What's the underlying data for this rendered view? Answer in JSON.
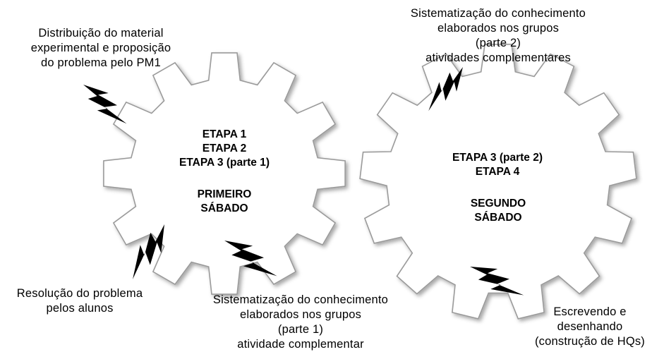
{
  "gear1": {
    "stages": [
      "ETAPA  1",
      "ETAPA  2",
      "ETAPA  3 (parte 1)"
    ],
    "day": [
      "PRIMEIRO",
      "SÁBADO"
    ]
  },
  "gear2": {
    "stages": [
      "ETAPA  3 (parte 2)",
      "ETAPA  4"
    ],
    "day": [
      "SEGUNDO",
      "SÁBADO"
    ]
  },
  "annotations": {
    "distribution": [
      "Distribuição do  material",
      "experimental e proposição",
      "do problema pelo  PM1"
    ],
    "systematization_part2": [
      "Sistematização do conhecimento",
      "elaborados nos grupos",
      "(parte 2)",
      "atividades complementares"
    ],
    "resolution": [
      "Resolução do problema",
      "pelos alunos"
    ],
    "systematization_part1": [
      "Sistematização do conhecimento",
      "elaborados nos grupos",
      "(parte 1)",
      "atividade complementar"
    ],
    "writing": [
      "Escrevendo e",
      "desenhando",
      "(construção de HQs)"
    ]
  },
  "colors": {
    "gear_fill": "#ffffff",
    "gear_stroke": "#9a9a9a",
    "bolt_fill": "#000000",
    "text": "#000000"
  }
}
